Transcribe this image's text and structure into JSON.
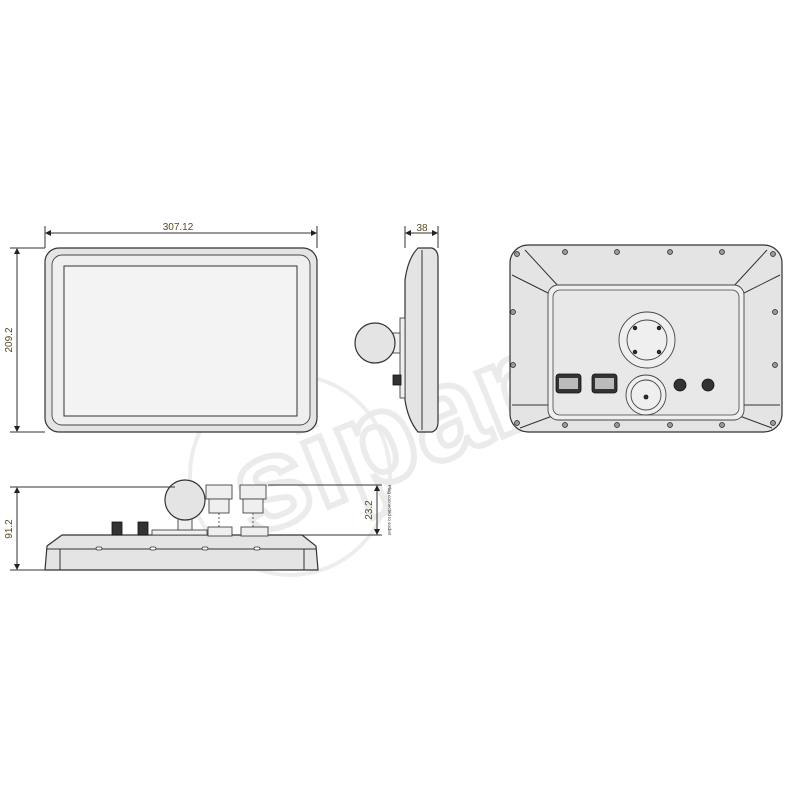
{
  "watermark": {
    "logo_text": "siparts"
  },
  "front_view": {
    "width_label": "307.12",
    "height_label": "209.2"
  },
  "side_view": {
    "depth_label": "38"
  },
  "bottom_view": {
    "height_label": "91.2",
    "plug_label": "23.2",
    "plug_note": "Plug connected to socket"
  },
  "colors": {
    "dimension_text": "#5a4a1e",
    "outline": "#333333",
    "body_fill": "#e4e4e4"
  }
}
